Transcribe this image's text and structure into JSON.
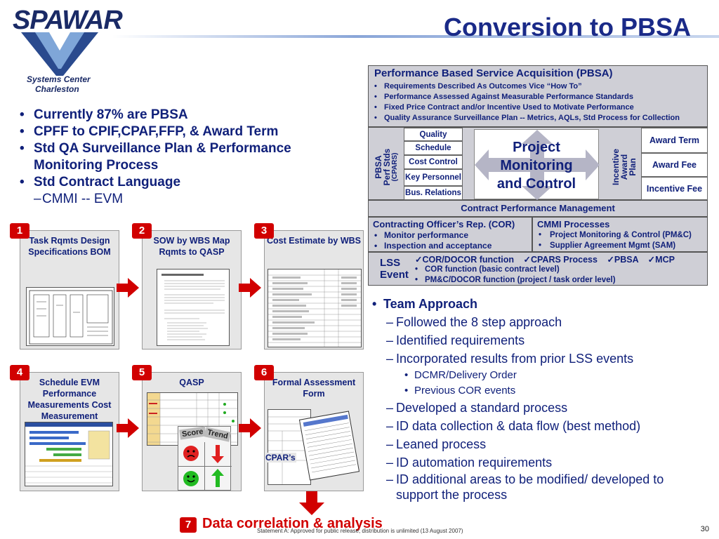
{
  "header": {
    "logo_word": "SPAWAR",
    "logo_sub1": "Systems Center",
    "logo_sub2": "Charleston",
    "title": "Conversion to PBSA"
  },
  "left_bullets": [
    {
      "text": "Currently 87% are PBSA",
      "level": 1
    },
    {
      "text": "CPFF to CPIF,CPAF,FFP, & Award Term",
      "level": 1
    },
    {
      "text": "Std QA Surveillance Plan & Performance Monitoring Process",
      "level": 1
    },
    {
      "text": "Std Contract Language",
      "level": 1
    },
    {
      "text": "CMMI -- EVM",
      "level": 2
    }
  ],
  "steps": [
    {
      "num": "1",
      "label": "Task Rqmts Design Specifications BOM"
    },
    {
      "num": "2",
      "label": "SOW by WBS Map Rqmts to QASP"
    },
    {
      "num": "3",
      "label": "Cost Estimate by WBS"
    },
    {
      "num": "4",
      "label": "Schedule EVM Performance Measurements Cost Measurement"
    },
    {
      "num": "5",
      "label": "QASP"
    },
    {
      "num": "6",
      "label": "Formal Assessment Form"
    }
  ],
  "step5_badges": {
    "score": "Score",
    "trend": "Trend"
  },
  "step6_caption": "CPAR’s",
  "final_step": {
    "num": "7",
    "label": "Data correlation & analysis"
  },
  "pbsa": {
    "title": "Performance Based Service Acquisition (PBSA)",
    "items": [
      "Requirements Described As Outcomes Vice “How To”",
      "Performance Assessed Against Measurable Performance Standards",
      "Fixed Price Contract and/or Incentive Used to Motivate Performance",
      "Quality Assurance Surveillance Plan -- Metrics, AQLs, Std Process for Collection"
    ]
  },
  "perf_stds": {
    "side_label_1": "PBSA",
    "side_label_2": "Perf Stds",
    "side_label_3": "(CPARS)",
    "cells": [
      "Quality",
      "Schedule",
      "Cost Control",
      "Key Personnel",
      "Bus. Relations"
    ]
  },
  "center": {
    "line1": "Project",
    "line2": "Monitoring",
    "line3": "and Control"
  },
  "incentive": {
    "side_label_1": "Incentive",
    "side_label_2": "Award",
    "side_label_3": "Plan",
    "cells": [
      "Award Term",
      "Award Fee",
      "Incentive Fee"
    ]
  },
  "cpm": "Contract Performance Management",
  "cor": {
    "title": "Contracting Officer’s Rep. (COR)",
    "items": [
      "Monitor performance",
      "Inspection and acceptance"
    ]
  },
  "cmmi": {
    "title": "CMMI Processes",
    "items": [
      "Project Monitoring & Control (PM&C)",
      "Supplier Agreement Mgmt (SAM)"
    ]
  },
  "lss": {
    "label_1": "LSS",
    "label_2": "Event",
    "checks": [
      "COR/DOCOR function",
      "CPARS Process",
      "PBSA",
      "MCP"
    ],
    "items": [
      "COR function  (basic contract level)",
      "PM&C/DOCOR function (project / task order level)"
    ]
  },
  "team": [
    {
      "text": "Team Approach",
      "level": 1
    },
    {
      "text": "Followed the 8 step approach",
      "level": 2
    },
    {
      "text": "Identified requirements",
      "level": 2
    },
    {
      "text": "Incorporated results from prior LSS events",
      "level": 2
    },
    {
      "text": "DCMR/Delivery Order",
      "level": 3
    },
    {
      "text": "Previous COR events",
      "level": 3
    },
    {
      "text": "Developed a standard process",
      "level": 2
    },
    {
      "text": "ID data collection & data flow (best method)",
      "level": 2
    },
    {
      "text": "Leaned process",
      "level": 2
    },
    {
      "text": "ID automation requirements",
      "level": 2
    },
    {
      "text": "ID additional areas to be modified/ developed to support the process",
      "level": 2
    }
  ],
  "footer": "Statement A: Approved for public release; distribution is unlimited (13 August 2007)",
  "page_number": "30",
  "colors": {
    "accent_red": "#d10000",
    "navy": "#10207a",
    "panel_gray": "#cfcfd6"
  }
}
